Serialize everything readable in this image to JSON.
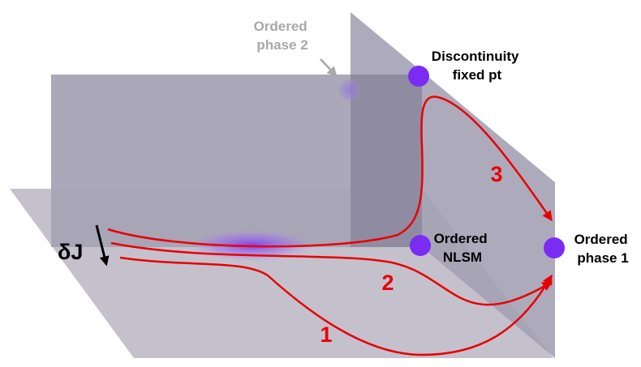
{
  "colors": {
    "background": "#ffffff",
    "floor_plane": "#c4c1cd",
    "back_plane": "#a6a3b5",
    "right_plane": "#a29fb2",
    "overlap_region": "#8f8ca2",
    "fixed_point": "#7a2cf2",
    "flow_line": "#e80000",
    "faint_label": "#a8a8a8"
  },
  "labels": {
    "ordered_phase_2": [
      "Ordered",
      "phase 2"
    ],
    "discontinuity_fixed_pt": [
      "Discontinuity",
      "fixed pt"
    ],
    "ordered_nlsm": [
      "Ordered",
      "NLSM"
    ],
    "ordered_phase_1": [
      "Ordered",
      "phase 1"
    ],
    "delta_j": "δJ"
  },
  "flows": [
    {
      "number": "1"
    },
    {
      "number": "2"
    },
    {
      "number": "3"
    }
  ]
}
